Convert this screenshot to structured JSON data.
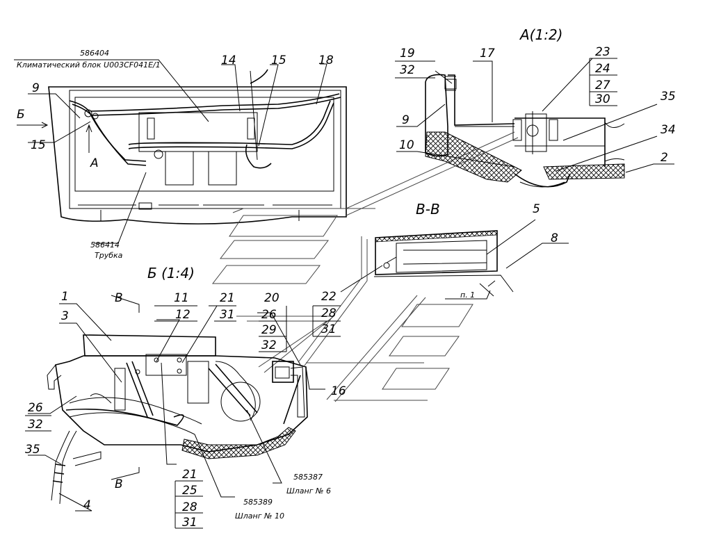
{
  "views": {
    "a": "А(1:2)",
    "b": "Б (1:4)",
    "v": "В-В"
  },
  "markers": {
    "b_arrow": "Б",
    "a_arrow": "А",
    "v_top": "В",
    "v_bottom": "В"
  },
  "parts": {
    "climate_code": "586404",
    "climate_name": "Климатический блок U003CF041E/1",
    "tube_code": "586414",
    "tube_name": "Трубка",
    "hose6_code": "585387",
    "hose6_name": "Шланг № 6",
    "hose10_code": "585389",
    "hose10_name": "Шланг № 10",
    "note": "п. 1"
  },
  "callouts": {
    "c1": "1",
    "c2": "2",
    "c3": "3",
    "c4": "4",
    "c5": "5",
    "c8": "8",
    "c9a": "9",
    "c9b": "9",
    "c10": "10",
    "c11": "11",
    "c12": "12",
    "c14": "14",
    "c15a": "15",
    "c15b": "15",
    "c16": "16",
    "c17": "17",
    "c18": "18",
    "c19": "19",
    "c20": "20",
    "c21a": "21",
    "c21b": "21",
    "c22": "22",
    "c23": "23",
    "c24": "24",
    "c25": "25",
    "c26a": "26",
    "c26b": "26",
    "c27": "27",
    "c28a": "28",
    "c28b": "28",
    "c29": "29",
    "c30": "30",
    "c31a": "31",
    "c31b": "31",
    "c31c": "31",
    "c32a": "32",
    "c32b": "32",
    "c32c": "32",
    "c34": "34",
    "c35a": "35",
    "c35b": "35"
  }
}
